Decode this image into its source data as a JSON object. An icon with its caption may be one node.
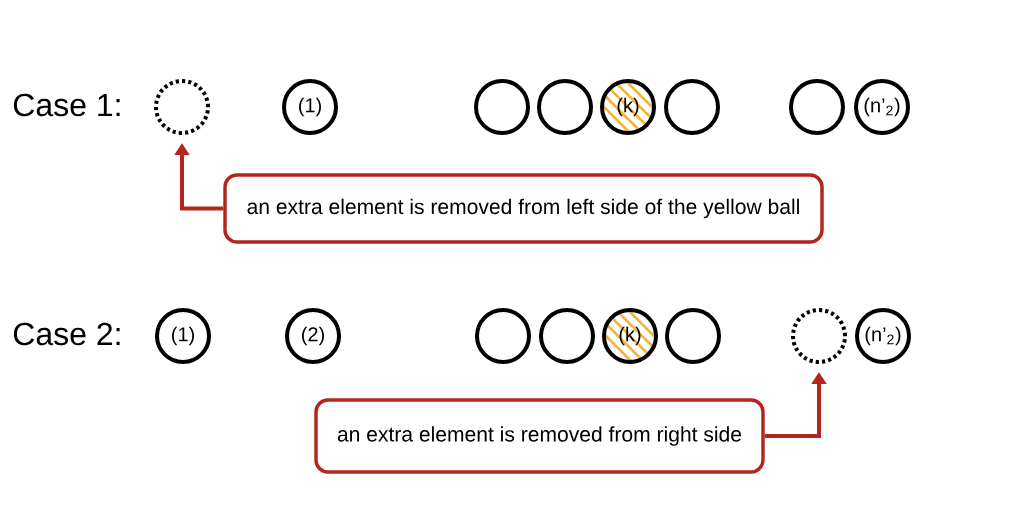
{
  "diagram": {
    "nodes": [
      {
        "text": [],
        "shape": "circle"
      },
      {
        "text": [
          "(1)"
        ]
      },
      {
        "text": [],
        "shape": "circle"
      },
      {
        "text": [],
        "shape": "circle"
      },
      {
        "text": [
          "(k)"
        ]
      },
      {
        "text": [],
        "shape": "circle"
      },
      {
        "text": [],
        "shape": "circle"
      },
      {
        "text": [
          "(n’$_{2}$)"
        ]
      },
      {
        "text": [
          "an extra element is removed from left side of the yellow ball"
        ]
      },
      {
        "text": [
          "(1)"
        ]
      },
      {
        "text": [
          "(2)"
        ]
      },
      {
        "text": [],
        "shape": "circle"
      },
      {
        "text": [],
        "shape": "circle"
      },
      {
        "text": [
          "(k)"
        ]
      },
      {
        "text": [],
        "shape": "circle"
      },
      {
        "text": [],
        "shape": "circle"
      },
      {
        "text": [
          "(n’$_{2}$)"
        ]
      },
      {
        "text": [
          "an extra element is removed from right side"
        ]
      }
    ],
    "edges": [
      {
        "from": 8,
        "to": 0,
        "arrow": "to"
      },
      {
        "from": 17,
        "to": 15,
        "arrow": "to"
      }
    ],
    "labels": [
      "Case 1:",
      "Case 2:"
    ]
  }
}
